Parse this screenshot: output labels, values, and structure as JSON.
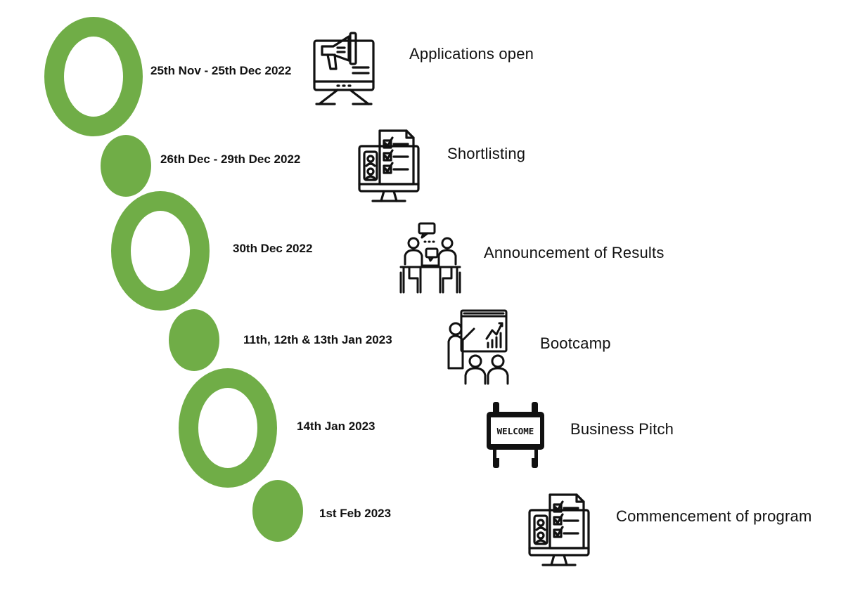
{
  "colors": {
    "accent": "#70ad47",
    "icon": "#111111"
  },
  "timeline": [
    {
      "date": "25th Nov - 25th Dec 2022",
      "step": "Applications open",
      "icon": "megaphone-monitor-icon",
      "marker": "ring"
    },
    {
      "date": "26th Dec - 29th Dec 2022",
      "step": "Shortlisting",
      "icon": "candidate-checklist-icon",
      "marker": "dot"
    },
    {
      "date": "30th Dec 2022",
      "step": "Announcement of Results",
      "icon": "meeting-icon",
      "marker": "ring"
    },
    {
      "date": "11th, 12th & 13th Jan 2023",
      "step": "Bootcamp",
      "icon": "presentation-icon",
      "marker": "dot"
    },
    {
      "date": "14th Jan 2023",
      "step": "Business Pitch",
      "icon": "welcome-sign-icon",
      "marker": "ring",
      "icon_text": "WELCOME"
    },
    {
      "date": "1st Feb 2023",
      "step": "Commencement of program",
      "icon": "candidate-checklist-icon",
      "marker": "dot"
    }
  ]
}
